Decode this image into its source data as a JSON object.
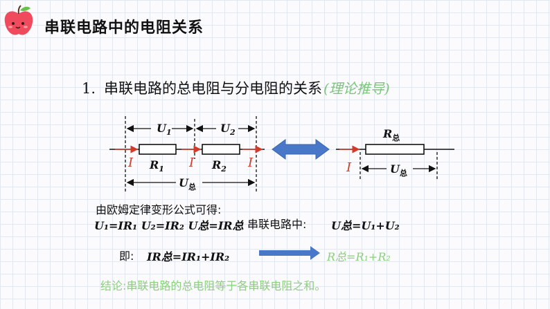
{
  "header": {
    "title": "串联电路中的电阻关系"
  },
  "heading": {
    "number": "1.",
    "text": "串联电路的总电阻与分电阻的关系",
    "note": "(理论推导)"
  },
  "left_circuit": {
    "u1": "U",
    "u1_sub": "1",
    "u2": "U",
    "u2_sub": "2",
    "u_total": "U",
    "u_total_sub": "总",
    "r1": "R",
    "r1_sub": "1",
    "r2": "R",
    "r2_sub": "2",
    "current": "I"
  },
  "right_circuit": {
    "r_total": "R",
    "r_total_sub": "总",
    "u_total": "U",
    "u_total_sub": "总",
    "current": "I"
  },
  "derivation": {
    "intro": "由欧姆定律变形公式可得:",
    "eq1": "U₁=IR₁  U₂=IR₂  U总=IR总",
    "series_label": "串联电路中:",
    "eq2": "U总=U₁+U₂",
    "therefore": "即:",
    "eq3": "IR总=IR₁+IR₂",
    "result": "R总=R₁+R₂"
  },
  "conclusion": "结论:串联电路的总电阻等于各串联电阻之和。",
  "colors": {
    "accent_green": "#8ccf7c",
    "arrow_blue": "#4a78c8",
    "current_red": "#d23a2a"
  }
}
